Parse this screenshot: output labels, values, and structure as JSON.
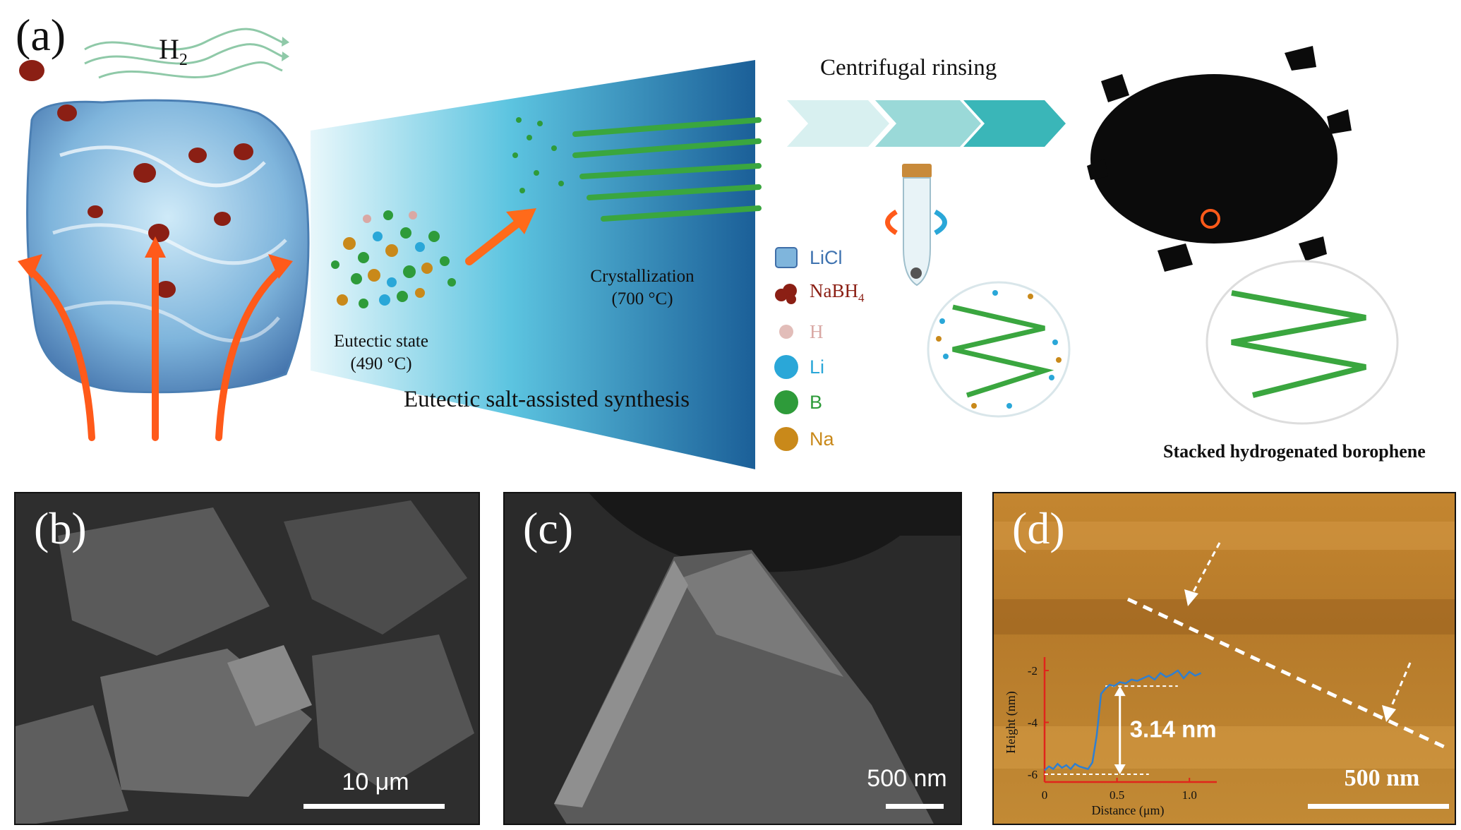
{
  "panels": {
    "a": {
      "letter": "(a)",
      "gas_label": "H",
      "gas_subscript": "2",
      "eutectic_label": "Eutectic state",
      "eutectic_temp": "(490 °C)",
      "crystallization_label": "Crystallization",
      "crystallization_temp": "(700 °C)",
      "process_label": "Eutectic salt-assisted synthesis",
      "rinsing_label": "Centrifugal rinsing",
      "product_label": "Stacked hydrogenated borophene",
      "legend": [
        {
          "label": "LiCl",
          "color": "#3f73b0",
          "icon": "licl-crystal-icon"
        },
        {
          "label": "NaBH",
          "subscript": "4",
          "color": "#8b1f14",
          "icon": "nabh4-particle-icon"
        },
        {
          "label": "H",
          "color": "#d9a8a4",
          "icon": "hydrogen-sphere-icon"
        },
        {
          "label": "Li",
          "color": "#2aa7d8",
          "icon": "lithium-sphere-icon"
        },
        {
          "label": "B",
          "color": "#2e9b3a",
          "icon": "boron-sphere-icon"
        },
        {
          "label": "Na",
          "color": "#c9891a",
          "icon": "sodium-sphere-icon"
        }
      ]
    },
    "b": {
      "letter": "(b)",
      "scale_label": "10 μm"
    },
    "c": {
      "letter": "(c)",
      "scale_label": "500 nm"
    },
    "d": {
      "letter": "(d)",
      "scale_label": "500 nm",
      "step_label": "3.14 nm"
    }
  },
  "chart_data": {
    "type": "line",
    "xlabel": "Distance (μm)",
    "ylabel": "Height (nm)",
    "xlim": [
      0,
      1.15
    ],
    "ylim": [
      -6.3,
      -1.7
    ],
    "xticks": [
      0,
      0.5,
      1.0
    ],
    "xtick_labels": [
      "0",
      "0.5",
      "1.0"
    ],
    "yticks": [
      -6,
      -4,
      -2
    ],
    "ytick_labels": [
      "-6",
      "-4",
      "-2"
    ],
    "axis_color": "#e0251b",
    "line_color": "#2f7fd0",
    "step_height": "3.14 nm",
    "x": [
      0.0,
      0.03,
      0.06,
      0.09,
      0.12,
      0.15,
      0.18,
      0.21,
      0.24,
      0.27,
      0.3,
      0.33,
      0.36,
      0.39,
      0.42,
      0.45,
      0.48,
      0.52,
      0.56,
      0.6,
      0.64,
      0.68,
      0.72,
      0.76,
      0.8,
      0.84,
      0.88,
      0.92,
      0.96,
      1.0,
      1.04,
      1.08
    ],
    "y": [
      -5.85,
      -5.7,
      -5.8,
      -5.6,
      -5.75,
      -5.65,
      -5.8,
      -5.6,
      -5.7,
      -5.75,
      -5.8,
      -5.55,
      -4.5,
      -2.9,
      -2.7,
      -2.55,
      -2.6,
      -2.45,
      -2.5,
      -2.35,
      -2.4,
      -2.3,
      -2.2,
      -2.35,
      -2.1,
      -2.25,
      -2.15,
      -2.0,
      -2.3,
      -2.05,
      -2.2,
      -2.1
    ]
  }
}
